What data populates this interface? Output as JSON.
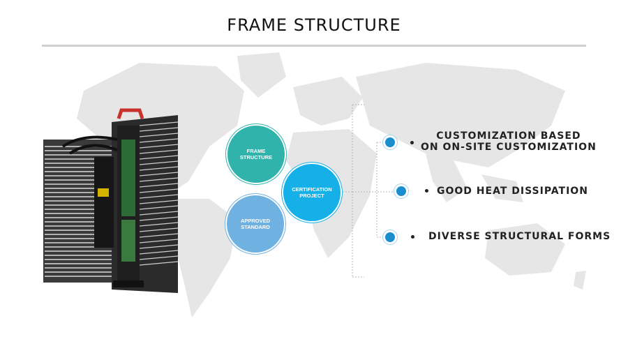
{
  "header": {
    "title": "FRAME STRUCTURE"
  },
  "circles": {
    "frame": {
      "line1": "FRAME",
      "line2": "STRUCTURE"
    },
    "certification": {
      "line1": "CERTIFICATION",
      "line2": "PROJECT"
    },
    "approved": {
      "line1": "APPROVED",
      "line2": "STANDARD"
    }
  },
  "features": [
    {
      "line1": "CUSTOMIZATION BASED",
      "line2": "ON ON-SITE CUSTOMIZATION"
    },
    {
      "line1": "GOOD HEAT DISSIPATION"
    },
    {
      "line1": "DIVERSE STRUCTURAL FORMS"
    }
  ],
  "colors": {
    "frame_circle": "#2fb3ab",
    "certification_circle": "#15b0e8",
    "approved_circle": "#6fb1e0",
    "feature_dot": "#1a8fd0",
    "map": "#e6e6e6"
  },
  "icons": [
    "world-map-background",
    "led-panel-image"
  ]
}
